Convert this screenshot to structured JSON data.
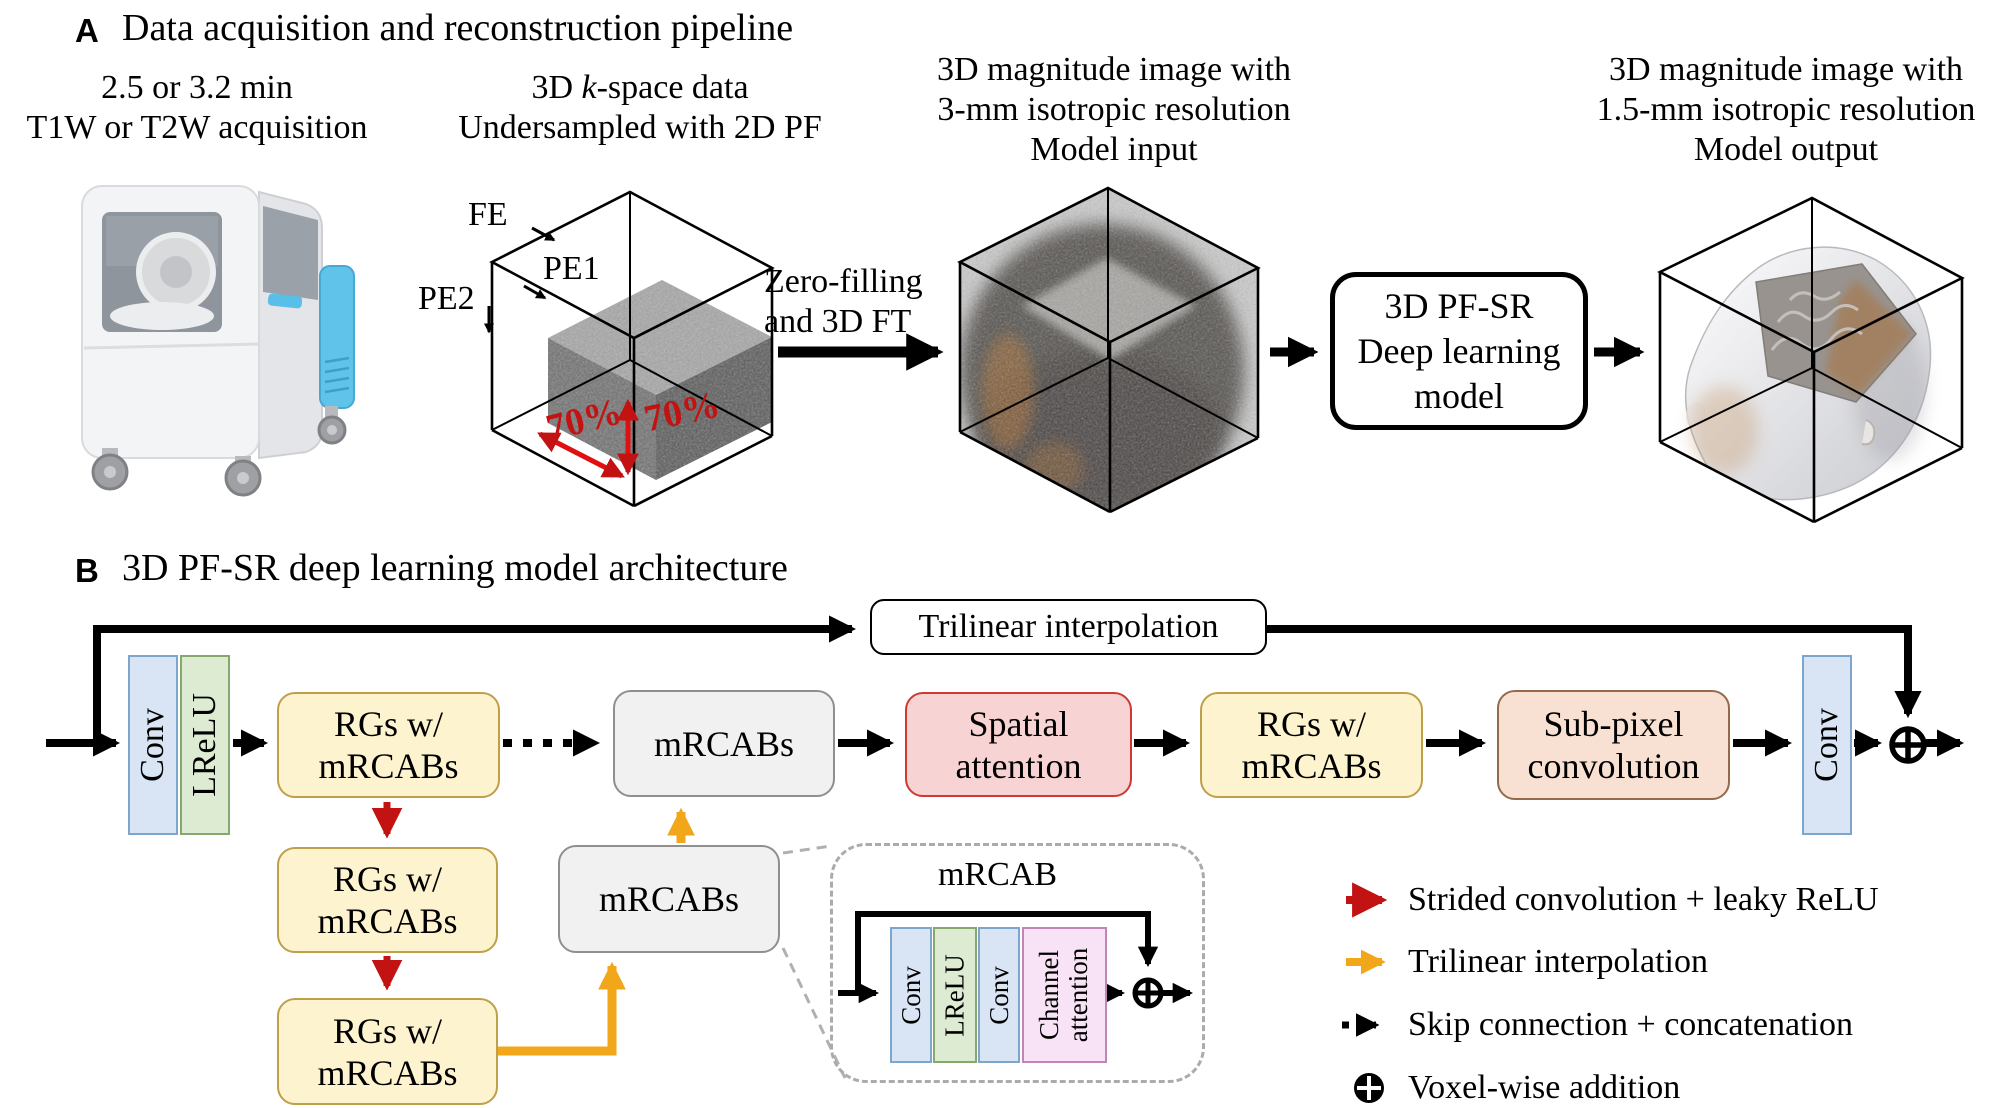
{
  "panel_a": {
    "label": "A",
    "title": "Data acquisition and reconstruction pipeline",
    "caption_acquisition": {
      "line1": "2.5 or 3.2 min",
      "line2": "T1W or T2W acquisition"
    },
    "caption_kspace": {
      "pre": "3D ",
      "k": "k",
      "post": "-space data",
      "line2": "Undersampled with 2D PF"
    },
    "caption_input": {
      "line1": "3D magnitude image with",
      "line2": "3-mm isotropic resolution",
      "line3": "Model input"
    },
    "caption_output": {
      "line1": "3D magnitude image with",
      "line2": "1.5-mm isotropic resolution",
      "line3": "Model output"
    },
    "axes": {
      "fe": "FE",
      "pe1": "PE1",
      "pe2": "PE2"
    },
    "undersampling": {
      "pe1": "70%",
      "pe2": "70%"
    },
    "transform": {
      "line1": "Zero-filling",
      "line2": "and 3D FT"
    },
    "model_box": {
      "line1": "3D PF-SR",
      "line2": "Deep learning",
      "line3": "model"
    }
  },
  "panel_b": {
    "label": "B",
    "title": "3D PF-SR deep learning model architecture",
    "trilinear": "Trilinear interpolation",
    "blocks": {
      "conv_in": "Conv",
      "lrelu": "LReLU",
      "rgs": {
        "line1": "RGs w/",
        "line2": "mRCABs"
      },
      "mrcabs": "mRCABs",
      "spatial": {
        "line1": "Spatial",
        "line2": "attention"
      },
      "subpixel": {
        "line1": "Sub-pixel",
        "line2": "convolution"
      },
      "conv_out": "Conv"
    },
    "inset": {
      "title": "mRCAB",
      "conv1": "Conv",
      "lrelu": "LReLU",
      "conv2": "Conv",
      "channel": {
        "line1": "Channel",
        "line2": "attention"
      }
    },
    "legend": [
      {
        "marker": "red-arrow",
        "label": "Strided convolution + leaky ReLU"
      },
      {
        "marker": "yellow-arrow",
        "label": "Trilinear interpolation"
      },
      {
        "marker": "dotted-arrow",
        "label": "Skip connection + concatenation"
      },
      {
        "marker": "oplus",
        "label": "Voxel-wise addition"
      }
    ]
  },
  "colors": {
    "conv_fill": "#d9e5f4",
    "conv_border": "#7ea6cc",
    "lrelu_fill": "#dcebd2",
    "lrelu_border": "#86a86f",
    "rgs_fill": "#fdf3cf",
    "rgs_border": "#bfa04a",
    "mrcabs_fill": "#f1f1f1",
    "mrcabs_border": "#8f8f8f",
    "spatial_fill": "#f8d3d3",
    "spatial_border": "#cd3a33",
    "subpixel_fill": "#f8e1d3",
    "subpixel_border": "#946a4d",
    "channel_fill": "#f8e3f6",
    "channel_border": "#c286b6",
    "arrow_red": "#c21212",
    "arrow_yellow": "#f2a71b",
    "scanner_blue": "#5fc3ea",
    "undersample_red": "#e01010"
  }
}
